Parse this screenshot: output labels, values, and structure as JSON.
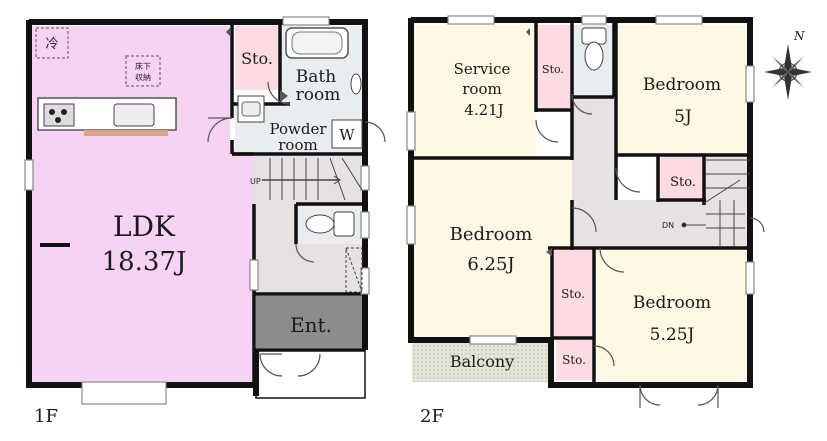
{
  "floor1": {
    "label": "1F",
    "ldk": {
      "name": "LDK",
      "size": "18.37J"
    },
    "sto": "Sto.",
    "bath": {
      "line1": "Bath",
      "line2": "room"
    },
    "powder": {
      "line1": "Powder",
      "line2": "room"
    },
    "washer": "W",
    "entrance": "Ent.",
    "fridge": "冷",
    "underfloor": {
      "line1": "床下",
      "line2": "収納"
    },
    "stairs_up": "UP"
  },
  "floor2": {
    "label": "2F",
    "service_room": {
      "line1": "Service",
      "line2": "room",
      "size": "4.21J"
    },
    "sto": "Sto.",
    "bedroom_ne": {
      "name": "Bedroom",
      "size": "5J"
    },
    "bedroom_w": {
      "name": "Bedroom",
      "size": "6.25J"
    },
    "bedroom_se": {
      "name": "Bedroom",
      "size": "5.25J"
    },
    "balcony": "Balcony",
    "stairs_dn": "DN"
  },
  "compass": {
    "north": "N"
  },
  "colors": {
    "ldk": "#f6d3f2",
    "room": "#fdf8e4",
    "sto": "#fcdce2",
    "wet": "#e8eef0",
    "hall": "#e6e2e2",
    "entrance": "#8c8c8c",
    "balcony": "#e2e6d8",
    "wall": "#111111"
  }
}
